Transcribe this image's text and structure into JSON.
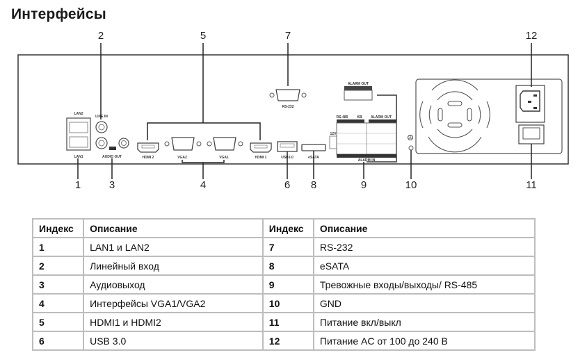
{
  "page": {
    "title": "Интерфейсы"
  },
  "diagram": {
    "callouts": [
      "1",
      "2",
      "3",
      "4",
      "5",
      "6",
      "7",
      "8",
      "9",
      "10",
      "11",
      "12"
    ],
    "port_labels": {
      "lan2": "LAN2",
      "lan1": "LAN1",
      "line_in": "LINE IN",
      "audio_out": "AUDIO OUT",
      "hdmi2": "HDMI 2",
      "vga2": "VGA2",
      "vga1": "VGA1",
      "hdmi1": "HDMI 1",
      "usb": "USB3.0",
      "esata": "eSATA",
      "rs232": "RS-232",
      "alarm_out_top": "ALARM OUT",
      "rs485": "RS-485",
      "kb": "KB",
      "alarm_out": "ALARM OUT",
      "alarm_in": "ALARM IN",
      "v12": "12V"
    }
  },
  "table": {
    "headers": [
      "Индекс",
      "Описание",
      "Индекс",
      "Описание"
    ],
    "rows": [
      {
        "left_index": "1",
        "left_desc": "LAN1 и LAN2",
        "right_index": "7",
        "right_desc": "RS-232"
      },
      {
        "left_index": "2",
        "left_desc": "Линейный вход",
        "right_index": "8",
        "right_desc": "eSATA"
      },
      {
        "left_index": "3",
        "left_desc": "Аудиовыход",
        "right_index": "9",
        "right_desc": "Тревожные входы/выходы/ RS-485"
      },
      {
        "left_index": "4",
        "left_desc": "Интерфейсы VGA1/VGA2",
        "right_index": "10",
        "right_desc": "GND"
      },
      {
        "left_index": "5",
        "left_desc": "HDMI1 и HDMI2",
        "right_index": "11",
        "right_desc": "Питание вкл/выкл"
      },
      {
        "left_index": "6",
        "left_desc": "USB 3.0",
        "right_index": "12",
        "right_desc": "Питание AC от 100 до 240 В"
      }
    ]
  }
}
